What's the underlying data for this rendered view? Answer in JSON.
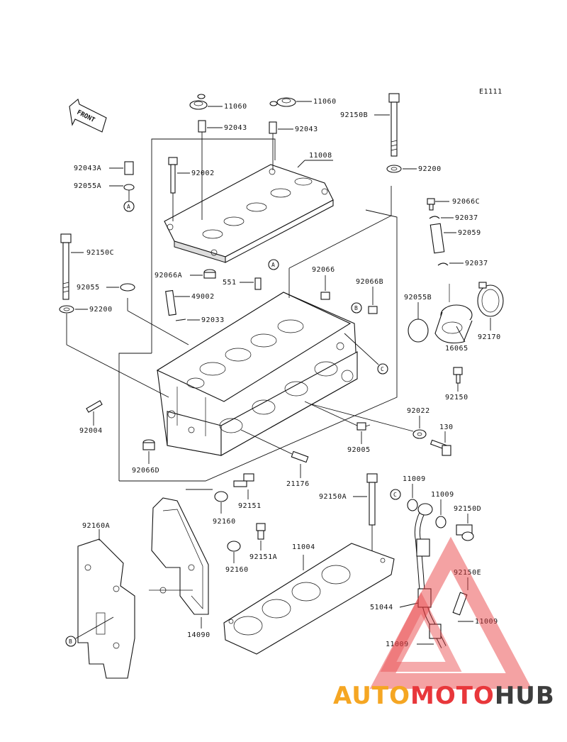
{
  "diagram_code": "E1111",
  "front_label": "FRONT",
  "callouts": {
    "A": "A",
    "B": "B",
    "C": "C"
  },
  "part_labels": {
    "p11060a": "11060",
    "p11060b": "11060",
    "p92043a": "92043",
    "p92043b": "92043",
    "p92150b": "92150B",
    "p11008": "11008",
    "p92043A": "92043A",
    "p92002": "92002",
    "p92200a": "92200",
    "p92055A": "92055A",
    "p92066C": "92066C",
    "p92037a": "92037",
    "p92059": "92059",
    "p92150C": "92150C",
    "p92037b": "92037",
    "p92066A": "92066A",
    "p92066": "92066",
    "p551": "551",
    "p92066B": "92066B",
    "p92055": "92055",
    "p49002": "49002",
    "p92055B": "92055B",
    "p92200b": "92200",
    "p92033": "92033",
    "p92170": "92170",
    "p16065": "16065",
    "p92150": "92150",
    "p92004": "92004",
    "p92022": "92022",
    "p130": "130",
    "p92005": "92005",
    "p92066D": "92066D",
    "p21176": "21176",
    "p11009a": "11009",
    "p11009b": "11009",
    "p92150A": "92150A",
    "p92151": "92151",
    "p92150D": "92150D",
    "p92160A": "92160A",
    "p92160a": "92160",
    "p92151A": "92151A",
    "p11004": "11004",
    "p92160b": "92160",
    "p92150E": "92150E",
    "p51044": "51044",
    "p11009c": "11009",
    "p11009d": "11009",
    "p14090": "14090"
  },
  "watermark": {
    "part1": "AUTO",
    "part2": "MOTO",
    "part3": "HUB",
    "color1": "#f5a623",
    "color2": "#e8373b",
    "color3": "#3d3d3d"
  }
}
